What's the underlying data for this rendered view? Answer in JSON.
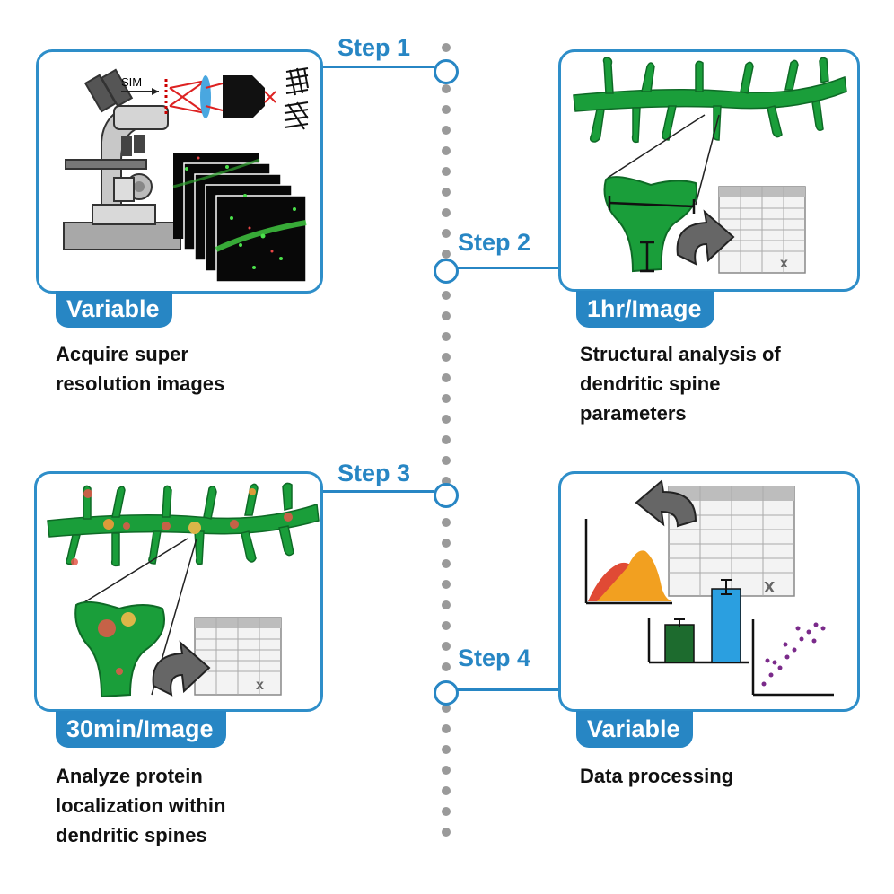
{
  "colors": {
    "accent": "#2786c4",
    "dendrite": "#1a9e3a",
    "timeline": "#9a9a9a"
  },
  "steps": [
    {
      "label": "Step 1",
      "badge": "Variable",
      "description_lines": [
        "Acquire super",
        "resolution images"
      ]
    },
    {
      "label": "Step 2",
      "badge": "1hr/Image",
      "description_lines": [
        "Structural analysis of",
        "dendritic spine",
        "parameters"
      ]
    },
    {
      "label": "Step 3",
      "badge": "30min/Image",
      "description_lines": [
        "Analyze protein",
        "localization within",
        "dendritic spines"
      ]
    },
    {
      "label": "Step 4",
      "badge": "Variable",
      "description_lines": [
        "Data processing"
      ]
    }
  ],
  "illustrations": {
    "sim_label": "SIM",
    "spreadsheet_mark": "x"
  }
}
